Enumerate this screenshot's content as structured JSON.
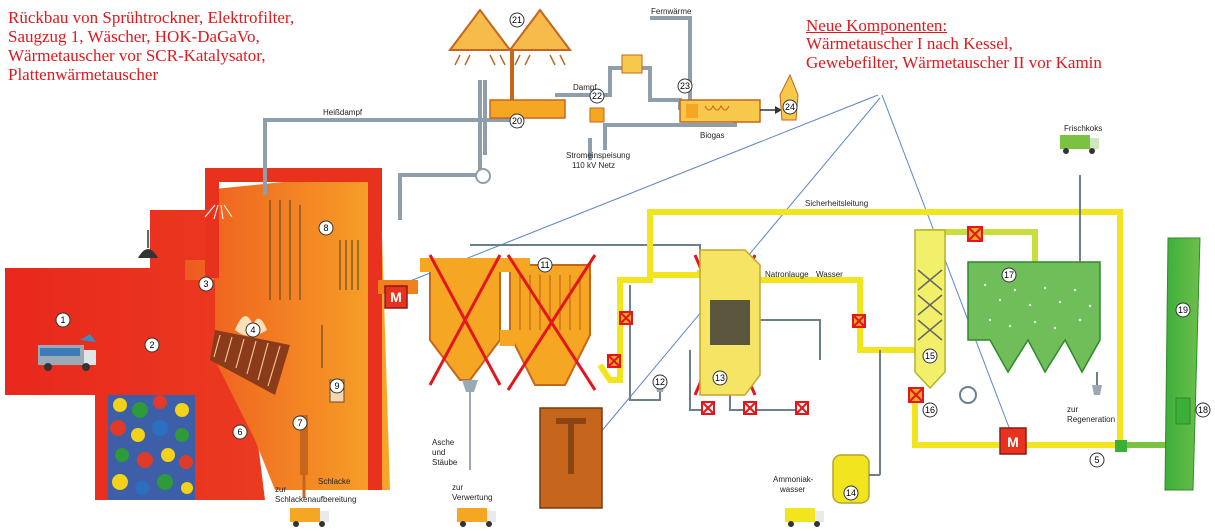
{
  "notes": {
    "removed": "Rückbau von Sprühtrockner, Elektrofilter,\nSaugzug 1, Wäscher, HOK-DaGaVo,\nWärmetauscher vor SCR-Katalysator,\nPlattenwärmetauscher",
    "new_title": "Neue Komponenten:",
    "new_body": "Wärmetauscher I nach Kessel,\nGewebefilter, Wärmetauscher II vor Kamin"
  },
  "labels": {
    "fernwaerme": "Fernwärme",
    "dampf": "Dampf",
    "heissdampf": "Heißdampf",
    "biogas": "Biogas",
    "stromeinspeisung": "Stromeinspeisung",
    "netz": "110 kV Netz",
    "frischkoks": "Frischkoks",
    "sicherheitsleitung": "Sicherheitsleitung",
    "natronlauge": "Natronlauge",
    "wasser": "Wasser",
    "asche1": "Asche",
    "asche2": "und",
    "asche3": "Stäube",
    "verwertung1": "zur",
    "verwertung2": "Verwertung",
    "schlacke": "Schlacke",
    "schlacken1": "zur",
    "schlacken2": "Schlackenaufbereitung",
    "ammoniak1": "Ammoniak-",
    "ammoniak2": "wasser",
    "regeneration1": "zur",
    "regeneration2": "Regeneration",
    "m_label": "M"
  },
  "numbers": [
    "1",
    "2",
    "3",
    "4",
    "5",
    "6",
    "7",
    "8",
    "9",
    "11",
    "12",
    "13",
    "14",
    "15",
    "16",
    "17",
    "18",
    "19",
    "20",
    "21",
    "22",
    "23",
    "24"
  ],
  "colors": {
    "red": "#e3171b",
    "furnace_red": "#e8321e",
    "boiler_orange": "#f07f1c",
    "filter_orange": "#f5a623",
    "yellow": "#f2e41e",
    "yellowgreen": "#c8de3c",
    "green": "#7cc242",
    "darkgreen": "#3cae3a",
    "pipe_grey": "#8e9eaa",
    "slate": "#6d7f8c",
    "brown": "#c6651c"
  }
}
